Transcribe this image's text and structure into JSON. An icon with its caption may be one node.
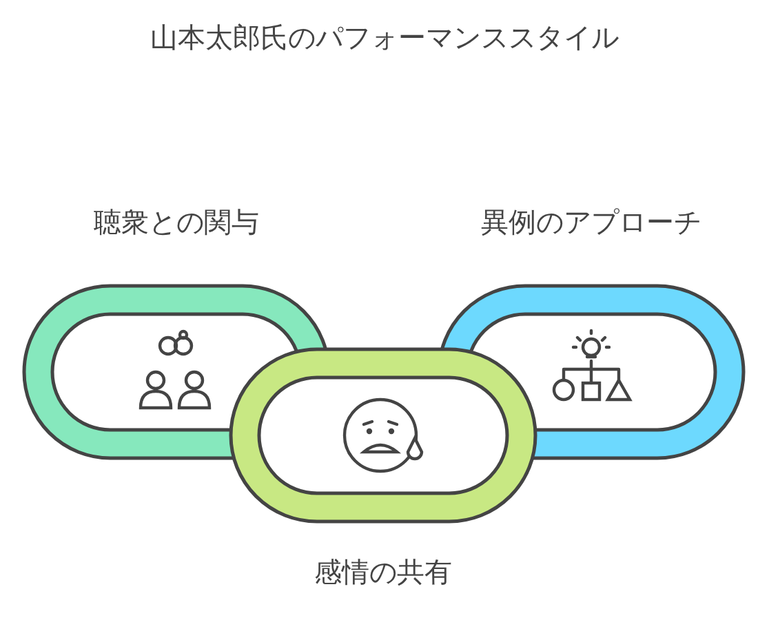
{
  "diagram": {
    "title": "山本太郎氏のパフォーマンススタイル",
    "nodes": [
      {
        "text": [
          "聴衆との関与"
        ]
      },
      {
        "text": [
          "感情の共有"
        ]
      },
      {
        "text": [
          "異例のアプローチ"
        ]
      }
    ],
    "edges": []
  }
}
